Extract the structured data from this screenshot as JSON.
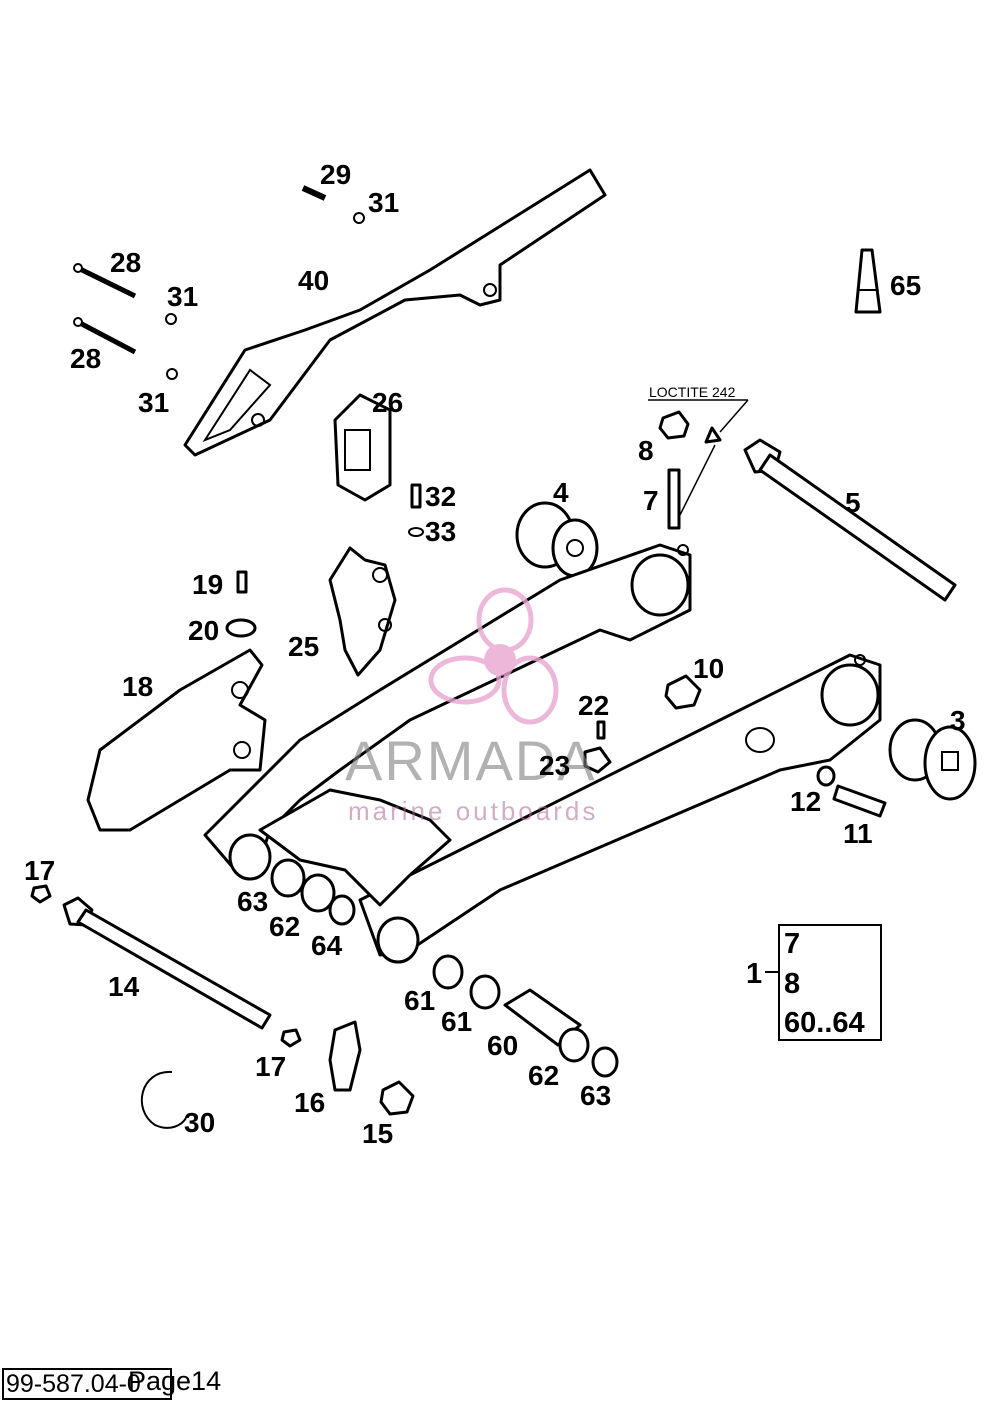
{
  "diagram": {
    "loctite_label": "LOCTITE 242",
    "callouts": [
      {
        "id": "c29a",
        "text": "29"
      },
      {
        "id": "c31a",
        "text": "31"
      },
      {
        "id": "c28a",
        "text": "28"
      },
      {
        "id": "c31b",
        "text": "31"
      },
      {
        "id": "c40",
        "text": "40"
      },
      {
        "id": "c28b",
        "text": "28"
      },
      {
        "id": "c31c",
        "text": "31"
      },
      {
        "id": "c65",
        "text": "65"
      },
      {
        "id": "c26",
        "text": "26"
      },
      {
        "id": "c8",
        "text": "8"
      },
      {
        "id": "c7",
        "text": "7"
      },
      {
        "id": "c5",
        "text": "5"
      },
      {
        "id": "c4",
        "text": "4"
      },
      {
        "id": "c32",
        "text": "32"
      },
      {
        "id": "c33",
        "text": "33"
      },
      {
        "id": "c19",
        "text": "19"
      },
      {
        "id": "c20",
        "text": "20"
      },
      {
        "id": "c25",
        "text": "25"
      },
      {
        "id": "c18",
        "text": "18"
      },
      {
        "id": "c10",
        "text": "10"
      },
      {
        "id": "c3",
        "text": "3"
      },
      {
        "id": "c22",
        "text": "22"
      },
      {
        "id": "c23",
        "text": "23"
      },
      {
        "id": "c12",
        "text": "12"
      },
      {
        "id": "c11",
        "text": "11"
      },
      {
        "id": "c17a",
        "text": "17"
      },
      {
        "id": "c63a",
        "text": "63"
      },
      {
        "id": "c62a",
        "text": "62"
      },
      {
        "id": "c64",
        "text": "64"
      },
      {
        "id": "c14",
        "text": "14"
      },
      {
        "id": "c61a",
        "text": "61"
      },
      {
        "id": "c61b",
        "text": "61"
      },
      {
        "id": "c60",
        "text": "60"
      },
      {
        "id": "c62b",
        "text": "62"
      },
      {
        "id": "c63b",
        "text": "63"
      },
      {
        "id": "c17b",
        "text": "17"
      },
      {
        "id": "c16",
        "text": "16"
      },
      {
        "id": "c15",
        "text": "15"
      },
      {
        "id": "c30",
        "text": "30"
      }
    ],
    "kit": {
      "number": "1",
      "items": [
        "7",
        "8",
        "60..64"
      ]
    }
  },
  "watermark": {
    "brand": "ARMADA",
    "tagline": "marine outboards",
    "accent_color": "#e8a6cf"
  },
  "footer": {
    "code": "99-587.04-0",
    "page_label": "Page14"
  }
}
